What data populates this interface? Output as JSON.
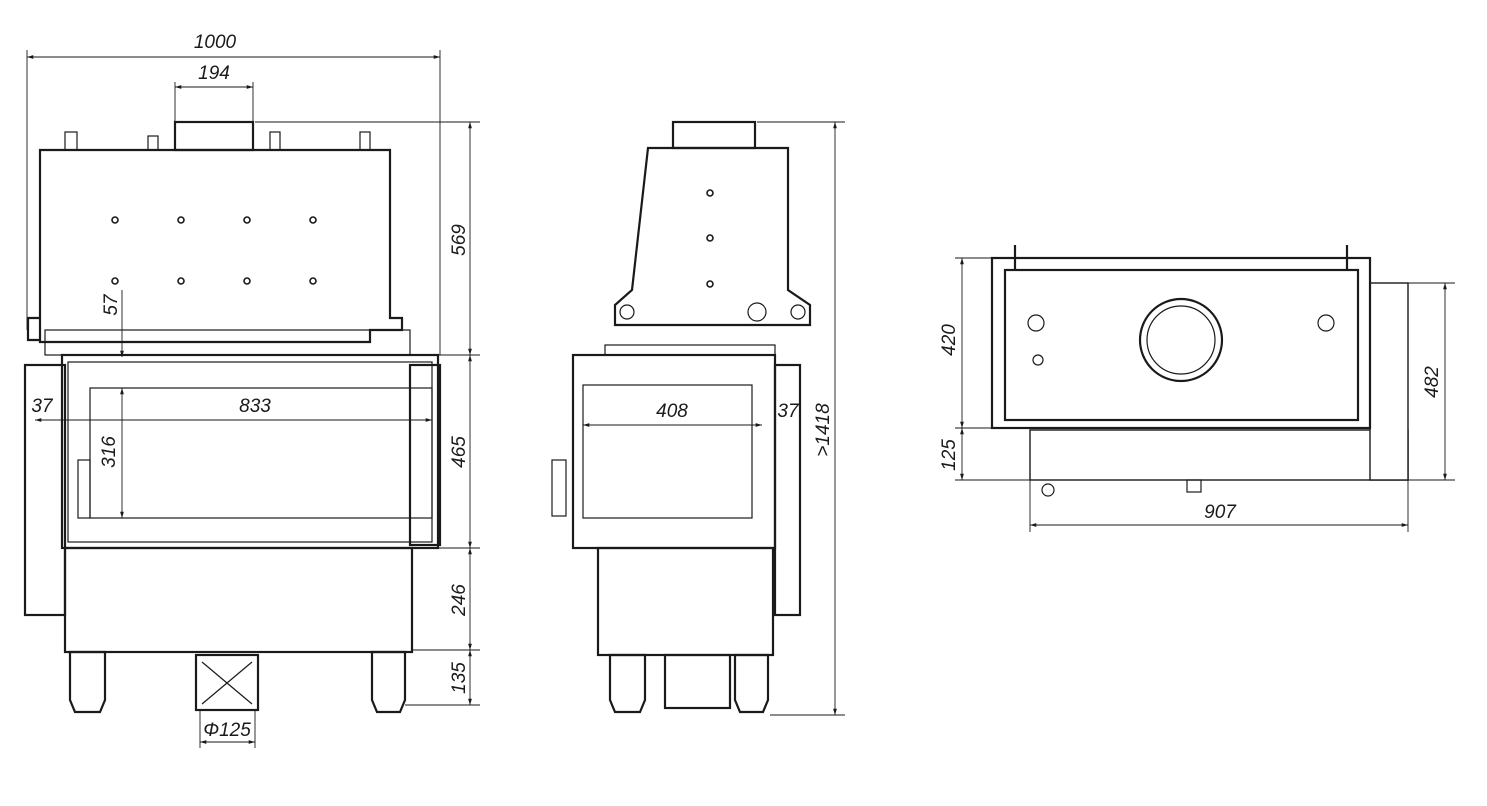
{
  "front_view": {
    "width_total": "1000",
    "flue_width": "194",
    "top_height": "569",
    "offset_57": "57",
    "side_37": "37",
    "glass_width": "833",
    "glass_height": "316",
    "door_height": "465",
    "base_height": "246",
    "leg_height": "135",
    "flue_diameter": "Φ125"
  },
  "side_view": {
    "glass_width": "408",
    "side_37": "37",
    "total_height": ">1418"
  },
  "top_view": {
    "depth": "420",
    "shelf_depth": "125",
    "total_depth": "482",
    "width": "907"
  }
}
